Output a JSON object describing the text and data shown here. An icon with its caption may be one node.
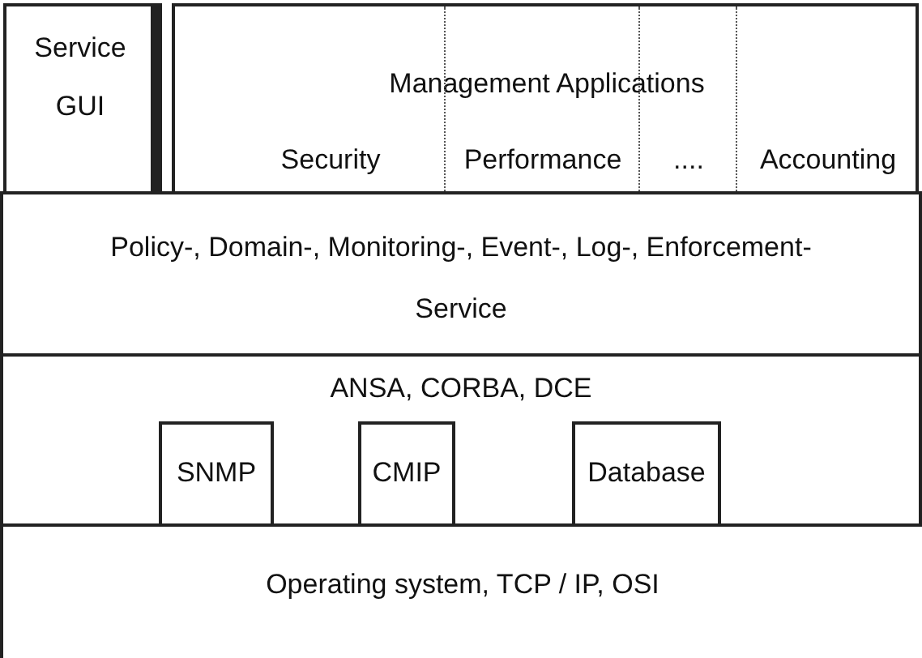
{
  "diagram": {
    "nodes": [
      {
        "text": [
          "Service GUI"
        ]
      },
      {
        "text": [
          "Management Applications"
        ]
      },
      {
        "text": [
          "Security"
        ],
        "in": 1
      },
      {
        "text": [
          "Performance"
        ],
        "in": 1
      },
      {
        "text": [
          "...."
        ],
        "in": 1
      },
      {
        "text": [
          "Accounting"
        ],
        "in": 1
      },
      {
        "text": [
          "Policy-, Domain-, Monitoring-, Event-, Log-, Enforcement-Service"
        ]
      },
      {
        "text": [
          "ANSA, CORBA, DCE"
        ]
      },
      {
        "text": [
          "SNMP"
        ],
        "in": 7
      },
      {
        "text": [
          "CMIP"
        ],
        "in": 7
      },
      {
        "text": [
          "Database"
        ],
        "in": 7
      },
      {
        "text": [
          "Operating system, TCP / IP, OSI"
        ]
      }
    ],
    "edges": []
  }
}
